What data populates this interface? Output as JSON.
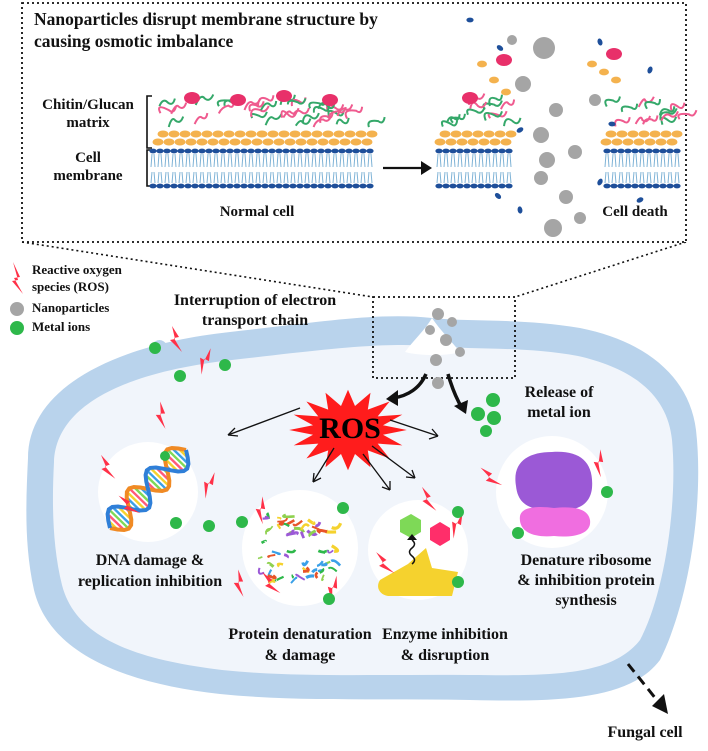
{
  "header": {
    "title_line1": "Nanoparticles disrupt membrane structure by",
    "title_line2": "causing osmotic imbalance"
  },
  "membrane_labels": {
    "matrix_line1": "Chitin/Glucan",
    "matrix_line2": "matrix",
    "cell_membrane_line1": "Cell",
    "cell_membrane_line2": "membrane",
    "normal_cell": "Normal cell",
    "cell_death": "Cell death"
  },
  "legend": {
    "ros_line1": "Reactive oxygen",
    "ros_line2": "species (ROS)",
    "nanoparticles": "Nanoparticles",
    "metal_ions": "Metal ions"
  },
  "labels": {
    "interruption_line1": "Interruption of electron",
    "interruption_line2": "transport chain",
    "release_line1": "Release of",
    "release_line2": "metal ion",
    "ros": "ROS",
    "dna_line1": "DNA damage &",
    "dna_line2": "replication inhibition",
    "protein_line1": "Protein denaturation",
    "protein_line2": "& damage",
    "enzyme_line1": "Enzyme inhibition",
    "enzyme_line2": "& disruption",
    "ribosome_line1": "Denature ribosome",
    "ribosome_line2": "& inhibition protein",
    "ribosome_line3": "synthesis",
    "fungal_cell": "Fungal cell"
  },
  "colors": {
    "cell_wall": "#b9d3ec",
    "cytoplasm": "#f1f5fb",
    "ros_burst": "#ff1c1c",
    "ros_bolt": "#ff3148",
    "nanoparticle": "#a5a5a5",
    "metal_ion": "#2eb84a",
    "membrane_head": "#1e4f9a",
    "matrix_bead": "#f4b24e",
    "fibril_pink": "#ef5b8f",
    "fibril_green": "#35a86a",
    "ribosome_large": "#9b59d6",
    "ribosome_small": "#f06ee0",
    "enzyme": "#f5d22e"
  }
}
